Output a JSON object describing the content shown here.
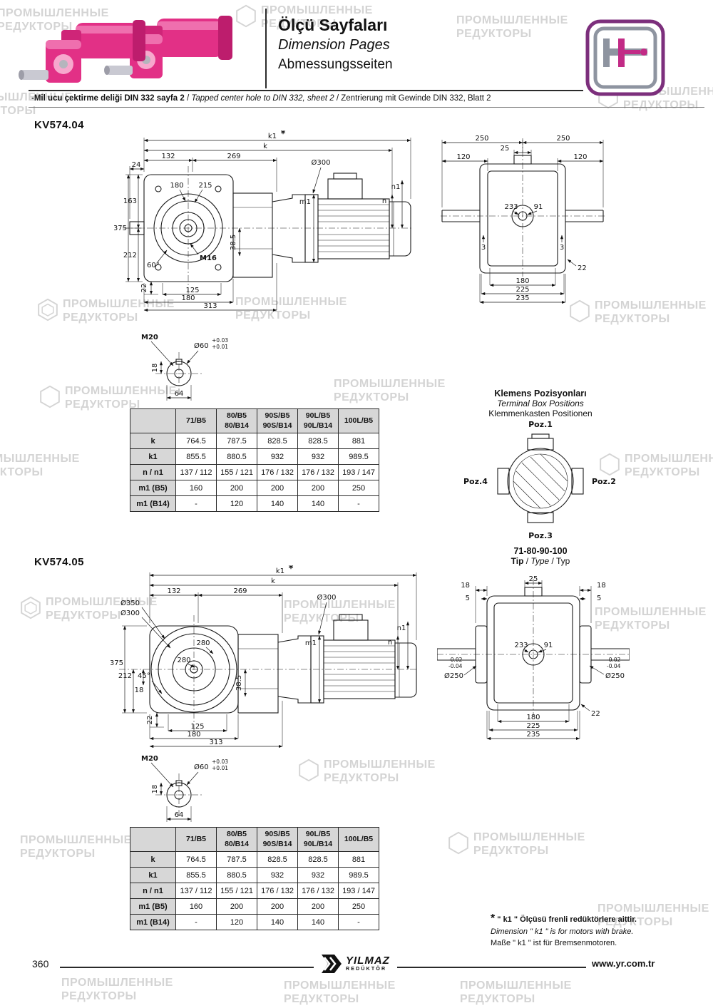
{
  "watermark": {
    "l1": "ПРОМЫШЛЕННЫЕ",
    "l2": "РЕДУКТОРЫ"
  },
  "header": {
    "title_tr": "Ölçü Sayfaları",
    "title_en": "Dimension Pages",
    "title_de": "Abmessungsseiten",
    "note_tr": "-Mil ucu çektirme deliği DIN 332 sayfa 2",
    "sep": " / ",
    "note_en": "Tapped center hole to DIN 332, sheet 2",
    "note_de": "Zentrierung mit Gewinde DIN 332, Blatt 2"
  },
  "sections": {
    "s1": "KV574.04",
    "s2": "KV574.05"
  },
  "dims1": {
    "k1": "k1",
    "star": "*",
    "k": "k",
    "w24": "24",
    "w132": "132",
    "w269": "269",
    "dia300": "Ø300",
    "d180": "180",
    "d215": "215",
    "h163": "163",
    "h375": "375",
    "h212": "212",
    "a60": "60°",
    "m16": "M16",
    "t385": "38.5",
    "m1": "m1",
    "n": "n",
    "n1": "n1",
    "b22": "22",
    "b125": "125",
    "b180": "180",
    "b313": "313"
  },
  "dims2": {
    "t250": "250",
    "t25": "25",
    "t120": "120",
    "c233": "233",
    "c91": "91",
    "s3": "3",
    "b22": "22",
    "b180": "180",
    "b225": "225",
    "b235": "235"
  },
  "shaft": {
    "m20": "M20",
    "k18": "18",
    "dia60": "Ø60",
    "tol1": "+0.03",
    "tol2": "+0.01",
    "w64": "64"
  },
  "dims3": {
    "k1": "k1",
    "star": "*",
    "k": "k",
    "w132": "132",
    "w269": "269",
    "dia300": "Ø300",
    "dia350": "Ø350",
    "dia300f": "Ø300",
    "c280": "280",
    "h375": "375",
    "h212": "212",
    "a45": "45°",
    "h18": "18",
    "t385": "38.5",
    "m1": "m1",
    "n": "n",
    "n1": "n1",
    "b22": "22",
    "b125": "125",
    "b180": "180",
    "b313": "313"
  },
  "dims4": {
    "t18": "18",
    "t5": "5",
    "t25": "25",
    "c233": "233",
    "c91": "91",
    "tolA": "-0.02",
    "tolB": "-0.04",
    "dia250": "Ø250",
    "b22": "22",
    "b180": "180",
    "b225": "225",
    "b235": "235"
  },
  "terminal": {
    "title_tr": "Klemens Pozisyonları",
    "title_en": "Terminal Box Positions",
    "title_de": "Klemmenkasten Positionen",
    "poz1": "Poz.1",
    "poz2": "Poz.2",
    "poz3": "Poz.3",
    "poz4": "Poz.4",
    "range": "71-80-90-100",
    "tip": "Tip",
    "type": "Type",
    "typ": "Typ",
    "sep": " / "
  },
  "table": {
    "cols": [
      {
        "l1": "71/B5",
        "l2": ""
      },
      {
        "l1": "80/B5",
        "l2": "80/B14"
      },
      {
        "l1": "90S/B5",
        "l2": "90S/B14"
      },
      {
        "l1": "90L/B5",
        "l2": "90L/B14"
      },
      {
        "l1": "100L/B5",
        "l2": ""
      }
    ],
    "rows": [
      {
        "label": "k",
        "values": [
          "764.5",
          "787.5",
          "828.5",
          "828.5",
          "881"
        ]
      },
      {
        "label": "k1",
        "values": [
          "855.5",
          "880.5",
          "932",
          "932",
          "989.5"
        ]
      },
      {
        "label": "n / n1",
        "values": [
          "137 / 112",
          "155 / 121",
          "176 / 132",
          "176 / 132",
          "193 / 147"
        ]
      },
      {
        "label": "m1 (B5)",
        "values": [
          "160",
          "200",
          "200",
          "200",
          "250"
        ]
      },
      {
        "label": "m1 (B14)",
        "values": [
          "-",
          "120",
          "140",
          "140",
          "-"
        ]
      }
    ]
  },
  "footnote": {
    "star": "*",
    "tr": "\" k1 \" Ölçüsü frenli redüktörlere aittir.",
    "en": "Dimension \" k1 \" is for motors with brake.",
    "de": "Maße \" k1 \" ist für Bremsenmotoren."
  },
  "footer": {
    "page": "360",
    "url": "www.yr.com.tr",
    "logo1": "YILMAZ",
    "logo2": "REDÜKTÖR"
  }
}
